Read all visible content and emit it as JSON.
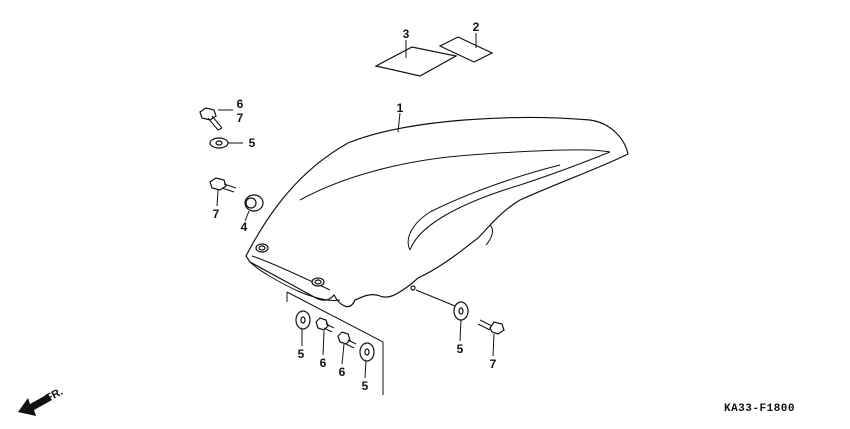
{
  "diagram": {
    "code": "KA33-F1800",
    "direction_label": "FR.",
    "callouts": {
      "c1": "1",
      "c2": "2",
      "c3": "3",
      "c4": "4",
      "c5a": "5",
      "c5b": "5",
      "c5c": "5",
      "c5d": "5",
      "c6a": "6",
      "c6b": "6",
      "c6c": "6",
      "c7a": "7",
      "c7b": "7",
      "c7c": "7"
    }
  }
}
